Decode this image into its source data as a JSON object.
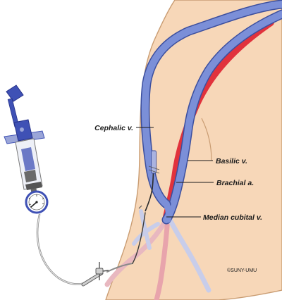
{
  "labels": {
    "cephalic": "Cephalic v.",
    "basilic": "Basilic v.",
    "brachial": "Brachial a.",
    "median_cubital": "Median cubital v."
  },
  "credit": "©SUNY-UMU",
  "colors": {
    "skin": "#f7d7b8",
    "skin_outline": "#c99c72",
    "vein": "#7b8fd8",
    "vein_outline": "#3c4f9e",
    "artery": "#e1323c",
    "device": "#3f51b5",
    "device_light": "#9aa5d8"
  },
  "icons": [
    "syringe-icon",
    "pressure-gauge-icon",
    "catheter-icon",
    "stopcock-icon"
  ]
}
